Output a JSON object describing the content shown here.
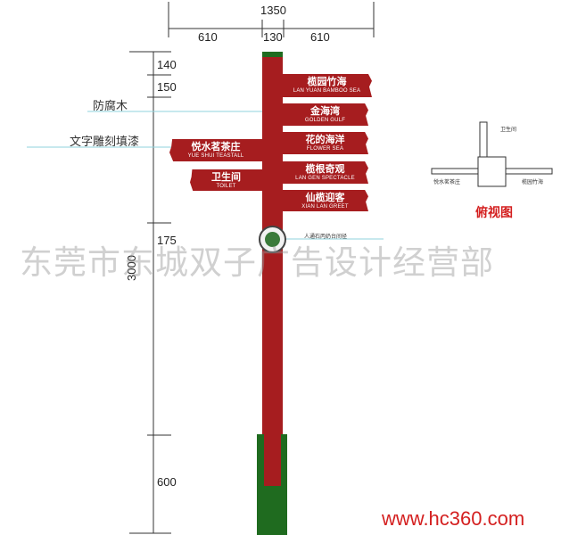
{
  "dimensions": {
    "total_width": "1350",
    "left_width": "610",
    "pole_width": "130",
    "right_width": "610",
    "heights": [
      "140",
      "150",
      "175",
      "3000",
      "600"
    ]
  },
  "annotations": {
    "wood": "防腐木",
    "engraving": "文字雕刻填漆",
    "plaque_note": "人通石丙奶台间径"
  },
  "signs_right": [
    {
      "zh": "榄园竹海",
      "en": "LAN YUAN BAMBOO SEA"
    },
    {
      "zh": "金海湾",
      "en": "GOLDEN GULF"
    },
    {
      "zh": "花的海洋",
      "en": "FLOWER SEA"
    },
    {
      "zh": "榄根奇观",
      "en": "LAN GEN SPECTACLE"
    },
    {
      "zh": "仙榄迎客",
      "en": "XIAN LAN GREET"
    }
  ],
  "signs_left": [
    {
      "zh": "悦水茗茶庄",
      "en": "YUE SHUI TEASTALL"
    },
    {
      "zh": "卫生间",
      "en": "TOILET"
    }
  ],
  "top_view": {
    "title": "俯视图",
    "top_label": "卫生间",
    "left_label": "悦水茗茶庄",
    "right_label": "榄园竹海"
  },
  "watermark": "东莞市东城双子广告设计经营部",
  "site": "www.hc360.com",
  "colors": {
    "pole": "#a61d1f",
    "base": "#1f6b1f",
    "guide": "#8fd3dc",
    "title_red": "#d42020"
  }
}
